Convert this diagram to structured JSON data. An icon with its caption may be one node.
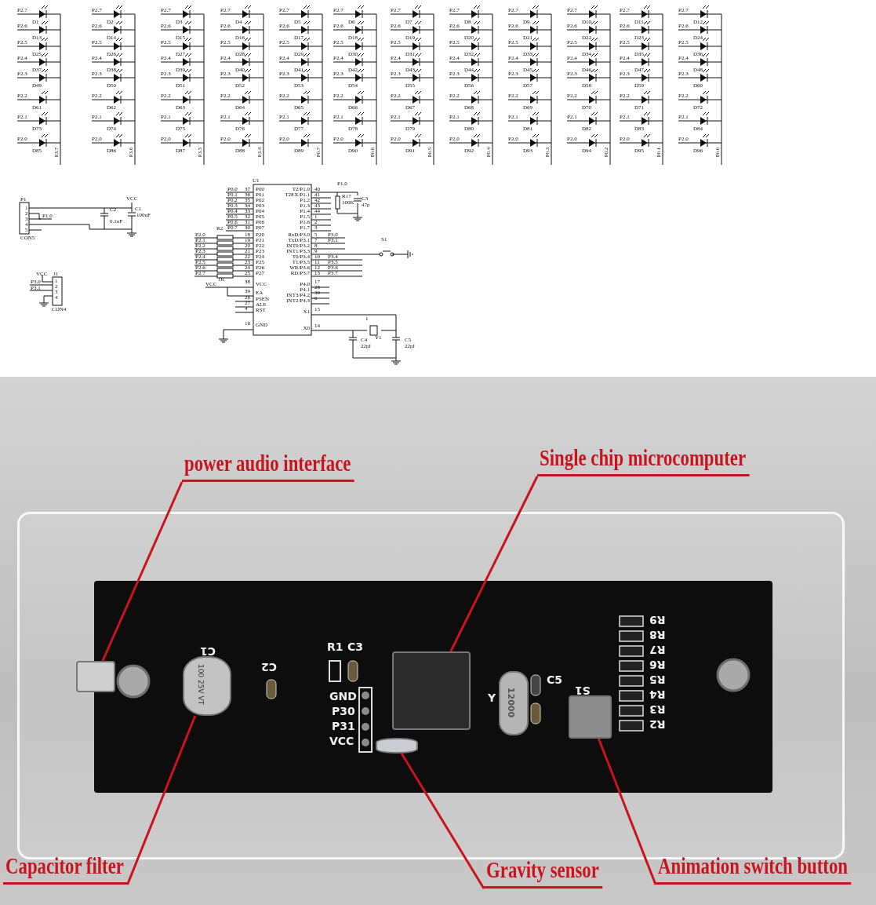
{
  "diagram": {
    "nodes": [
      {
        "text": [
          "power audio interface"
        ]
      },
      {
        "text": [
          "Single chip microcomputer"
        ]
      },
      {
        "text": [
          "Capacitor filter"
        ]
      },
      {
        "text": [
          "Gravity sensor"
        ]
      },
      {
        "text": [
          "Animation switch button"
        ]
      },
      {
        "text": [],
        "shape": "box"
      },
      {
        "text": [],
        "shape": "cylinder"
      },
      {
        "text": [],
        "shape": "cylinder"
      },
      {
        "text": [],
        "shape": "box"
      },
      {
        "text": [],
        "shape": "box"
      }
    ],
    "edges": [
      {
        "from": 0,
        "to": 5,
        "arrow": "none"
      },
      {
        "from": 1,
        "to": 8,
        "arrow": "none"
      },
      {
        "from": 2,
        "to": 6,
        "arrow": "none"
      },
      {
        "from": 3,
        "to": 7,
        "arrow": "none"
      },
      {
        "from": 4,
        "to": 9,
        "arrow": "none"
      }
    ],
    "labels": [
      "P2.7",
      "D1",
      "P2.6",
      "D13",
      "P2.5",
      "D25",
      "P2.4",
      "D37",
      "P2.3",
      "D49",
      "P2.2",
      "D61",
      "P2.1",
      "D73",
      "P2.0",
      "D85",
      "P3.7",
      "P2.7",
      "D2",
      "P2.6",
      "D14",
      "P2.5",
      "D26",
      "P2.4",
      "D38",
      "P2.3",
      "D50",
      "P2.2",
      "D62",
      "P2.1",
      "D74",
      "P2.0",
      "D86",
      "P3.6",
      "P2.7",
      "D3",
      "P2.6",
      "D15",
      "P2.5",
      "D27",
      "P2.4",
      "D39",
      "P2.3",
      "D51",
      "P2.2",
      "D63",
      "P2.1",
      "D75",
      "P2.0",
      "D87",
      "P3.5",
      "P2.7",
      "D4",
      "P2.6",
      "D16",
      "P2.5",
      "D28",
      "P2.4",
      "D40",
      "P2.3",
      "D52",
      "P2.2",
      "D64",
      "P2.1",
      "D76",
      "P2.0",
      "D88",
      "P3.4",
      "P2.7",
      "D5",
      "P2.6",
      "D17",
      "P2.5",
      "D29",
      "P2.4",
      "D41",
      "P2.3",
      "D53",
      "P2.2",
      "D65",
      "P2.1",
      "D77",
      "P2.0",
      "D89",
      "P0.7",
      "P2.7",
      "D6",
      "P2.6",
      "D18",
      "P2.5",
      "D30",
      "P2.4",
      "D42",
      "P2.3",
      "D54",
      "P2.2",
      "D66",
      "P2.1",
      "D78",
      "P2.0",
      "D90",
      "P0.6",
      "P2.7",
      "D7",
      "P2.6",
      "D19",
      "P2.5",
      "D31",
      "P2.4",
      "D43",
      "P2.3",
      "D55",
      "P2.2",
      "D67",
      "P2.1",
      "D79",
      "P2.0",
      "D91",
      "P0.5",
      "P2.7",
      "D8",
      "P2.6",
      "D20",
      "P2.5",
      "D32",
      "P2.4",
      "D44",
      "P2.3",
      "D56",
      "P2.2",
      "D68",
      "P2.1",
      "D80",
      "P2.0",
      "D92",
      "P0.4",
      "P2.7",
      "D9",
      "P2.6",
      "D21",
      "P2.5",
      "D33",
      "P2.4",
      "D45",
      "P2.3",
      "D57",
      "P2.2",
      "D69",
      "P2.1",
      "D81",
      "P2.0",
      "D93",
      "P0.3",
      "P2.7",
      "D10",
      "P2.6",
      "D22",
      "P2.5",
      "D34",
      "P2.4",
      "D46",
      "P2.3",
      "D58",
      "P2.2",
      "D70",
      "P2.1",
      "D82",
      "P2.0",
      "D94",
      "P0.2",
      "P2.7",
      "D11",
      "P2.6",
      "D23",
      "P2.5",
      "D35",
      "P2.4",
      "D47",
      "P2.3",
      "D59",
      "P2.2",
      "D71",
      "P2.1",
      "D83",
      "P2.0",
      "D95",
      "P0.1",
      "P2.7",
      "D12",
      "P2.6",
      "D24",
      "P2.5",
      "D36",
      "P2.4",
      "D48",
      "P2.3",
      "D60",
      "P2.2",
      "D72",
      "P2.1",
      "D84",
      "P2.0",
      "D96",
      "P0.0",
      "P1",
      "1",
      "2",
      "3",
      "4",
      "5",
      "P1.0",
      "CON5",
      "VCC",
      "C1",
      "100uF",
      "C2",
      "0.1uF",
      "VCC",
      "J1",
      "P3.0",
      "P3.1",
      "1",
      "2",
      "3",
      "4",
      "CON4",
      "U1",
      "P0.0",
      "37",
      "P00",
      "P0.1",
      "36",
      "P01",
      "P0.2",
      "35",
      "P02",
      "P0.3",
      "34",
      "P03",
      "P0.4",
      "33",
      "P04",
      "P0.5",
      "32",
      "P05",
      "P0.6",
      "31",
      "P06",
      "P0.7",
      "30",
      "P07",
      "T2/P1.0",
      "40",
      "T2EX/P1.1",
      "41",
      "P1.2",
      "42",
      "P1.3",
      "43",
      "P1.4",
      "44",
      "P1.5",
      "1",
      "P1.6",
      "2",
      "P1.7",
      "3",
      "P1.0",
      "R17",
      "100K",
      "C3",
      "47p",
      "R2",
      "P2.0",
      "18",
      "P20",
      "P2.1",
      "19",
      "P21",
      "P2.2",
      "20",
      "P22",
      "P2.3",
      "21",
      "P23",
      "P2.4",
      "22",
      "P24",
      "P2.5",
      "23",
      "P25",
      "P2.6",
      "24",
      "P26",
      "P2.7",
      "25",
      "P27",
      "1K",
      "RxD/P3.0",
      "5",
      "P3.0",
      "TxD/P3.1",
      "7",
      "P3.1",
      "INT0/P3.2",
      "8",
      "INT1/P3.3",
      "9",
      "T0/P3.4",
      "10",
      "P3.4",
      "T1/P3.5",
      "11",
      "P3.5",
      "WR/P3.6",
      "12",
      "P3.6",
      "RD/P3.7",
      "13",
      "P3.7",
      "S1",
      "VCC",
      "38",
      "VCC",
      "39",
      "EA",
      "26",
      "PSEN",
      "27",
      "ALE",
      "4",
      "RST",
      "16",
      "GND",
      "P4.0",
      "17",
      "P4.1",
      "28",
      "INT3/P4.2",
      "39",
      "INT2/P4.3",
      "6",
      "X1",
      "15",
      "X0",
      "14",
      "1",
      "Y1",
      "C4",
      "22pf",
      "C5",
      "22pf",
      "C1",
      "100 25V VT",
      "C2",
      "R1",
      "C3",
      "GND",
      "P30",
      "P31",
      "VCC",
      "Y",
      "12000",
      "C5",
      "S1",
      "R9",
      "R8",
      "R7",
      "R6",
      "R5",
      "R4",
      "R3",
      "R2"
    ]
  }
}
